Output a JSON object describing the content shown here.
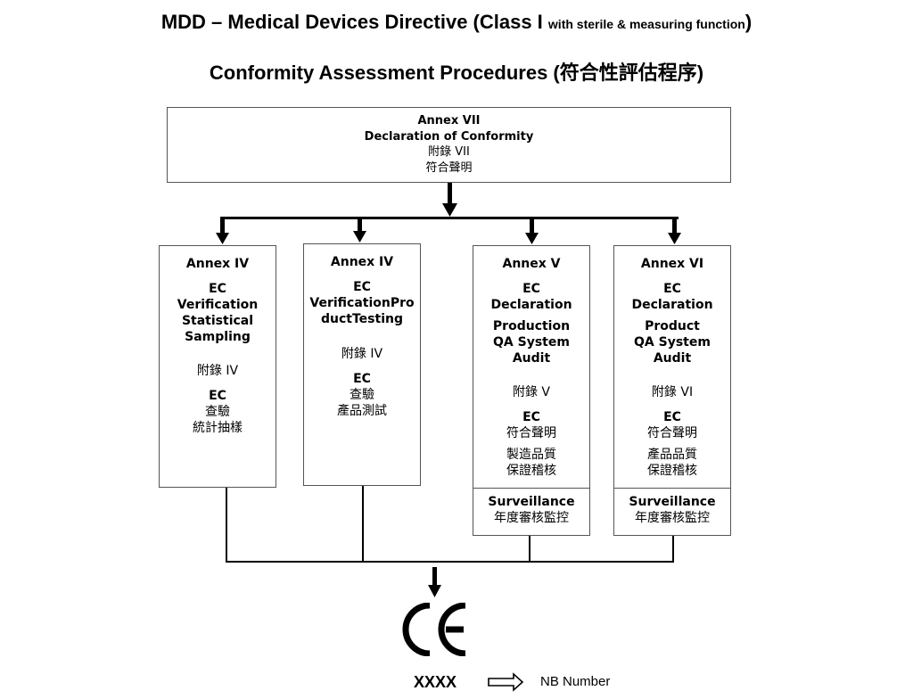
{
  "title": {
    "line1_main": "MDD – Medical Devices Directive (Class I ",
    "line1_small": "with sterile & measuring function",
    "line1_end": ")",
    "line2": "Conformity Assessment Procedures (符合性評估程序)"
  },
  "top_box": {
    "annex": "Annex VII",
    "name": "Declaration of Conformity",
    "annex_zh": "附錄 VII",
    "name_zh": "符合聲明"
  },
  "boxes": [
    {
      "annex": "Annex IV",
      "lines_en": [
        "EC",
        "Verification",
        "Statistical",
        "Sampling"
      ],
      "annex_zh": "附錄 IV",
      "ec": "EC",
      "lines_zh": [
        "查驗",
        "統計抽樣"
      ]
    },
    {
      "annex": "Annex IV",
      "lines_en": [
        "EC",
        "VerificationPro",
        "ductTesting"
      ],
      "annex_zh": "附錄 IV",
      "ec": "EC",
      "lines_zh": [
        "查驗",
        "產品測試"
      ]
    },
    {
      "annex": "Annex V",
      "lines_en": [
        "EC",
        "Declaration"
      ],
      "lines_en2": [
        "Production",
        "QA System",
        "Audit"
      ],
      "annex_zh": "附錄 V",
      "ec": "EC",
      "zh1": "符合聲明",
      "lines_zh2": [
        "製造品質",
        "保證稽核"
      ],
      "surveillance": "Surveillance",
      "surveillance_zh": "年度審核監控"
    },
    {
      "annex": "Annex VI",
      "lines_en": [
        "EC",
        "Declaration"
      ],
      "lines_en2": [
        "Product",
        "QA System",
        "Audit"
      ],
      "annex_zh": "附錄 VI",
      "ec": "EC",
      "zh1": "符合聲明",
      "lines_zh2": [
        "產品品質",
        "保證稽核"
      ],
      "surveillance": "Surveillance",
      "surveillance_zh": "年度審核監控"
    }
  ],
  "mark": {
    "ce": "CE",
    "number": "XXXX",
    "nb_label": "NB Number"
  },
  "colors": {
    "line": "#000000",
    "border": "#555555"
  }
}
